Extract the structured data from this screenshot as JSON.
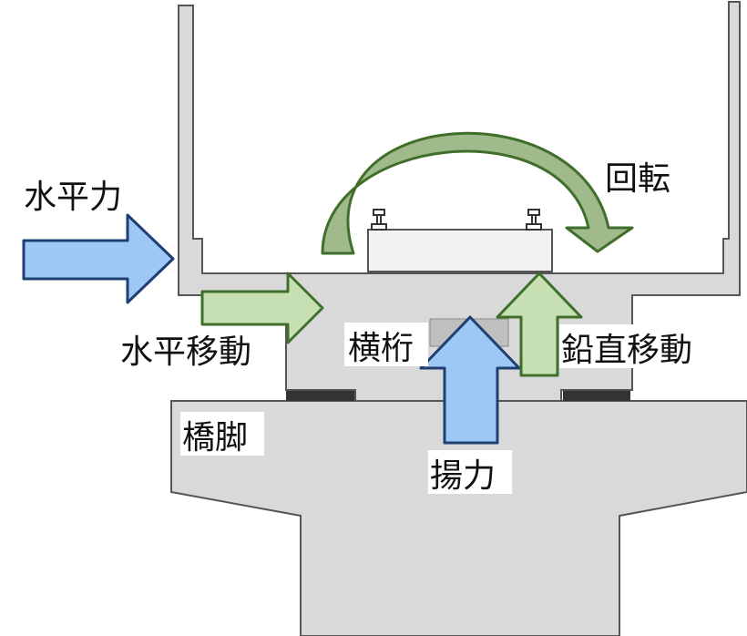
{
  "labels": {
    "horizontal_force": "水平力",
    "horizontal_movement": "水平移動",
    "cross_girder": "横桁",
    "vertical_movement": "鉛直移動",
    "rotation": "回転",
    "pier": "橋脚",
    "uplift_force": "揚力"
  },
  "colors": {
    "concrete": "#d9d9d9",
    "outline": "#555555",
    "blue_arrow_fill": "#9dc8f5",
    "blue_arrow_stroke": "#1f3f73",
    "green_arrow_fill": "#c6e0b4",
    "green_arrow_stroke": "#3f6f2a",
    "rotation_arrow_fill": "#8fae78",
    "bearing_pad": "#333333",
    "sleeper": "#f2f2f2"
  }
}
